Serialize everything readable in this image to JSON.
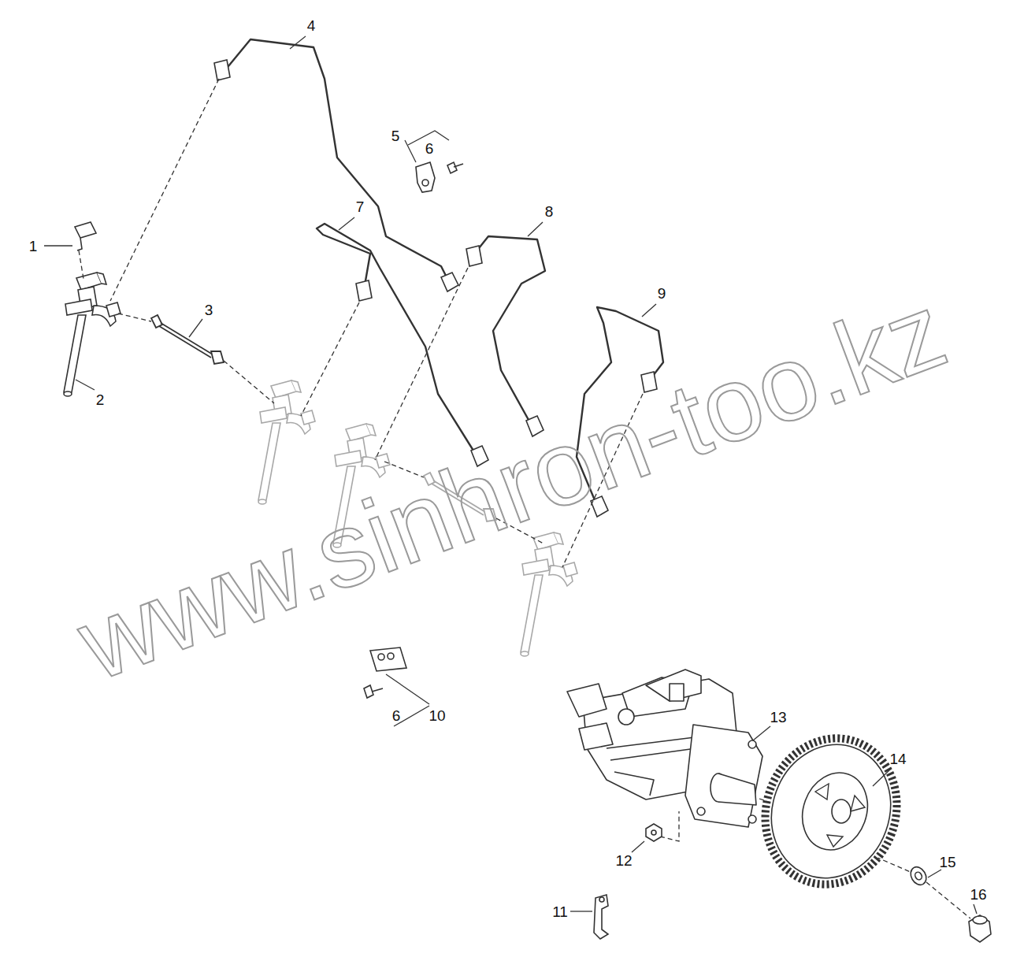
{
  "diagram": {
    "labels": [
      "4",
      "5",
      "6",
      "7",
      "8",
      "1",
      "9",
      "3",
      "2",
      "6",
      "10",
      "13",
      "14",
      "12",
      "15",
      "16",
      "11",
      "www.sinhron-too.kz"
    ]
  }
}
